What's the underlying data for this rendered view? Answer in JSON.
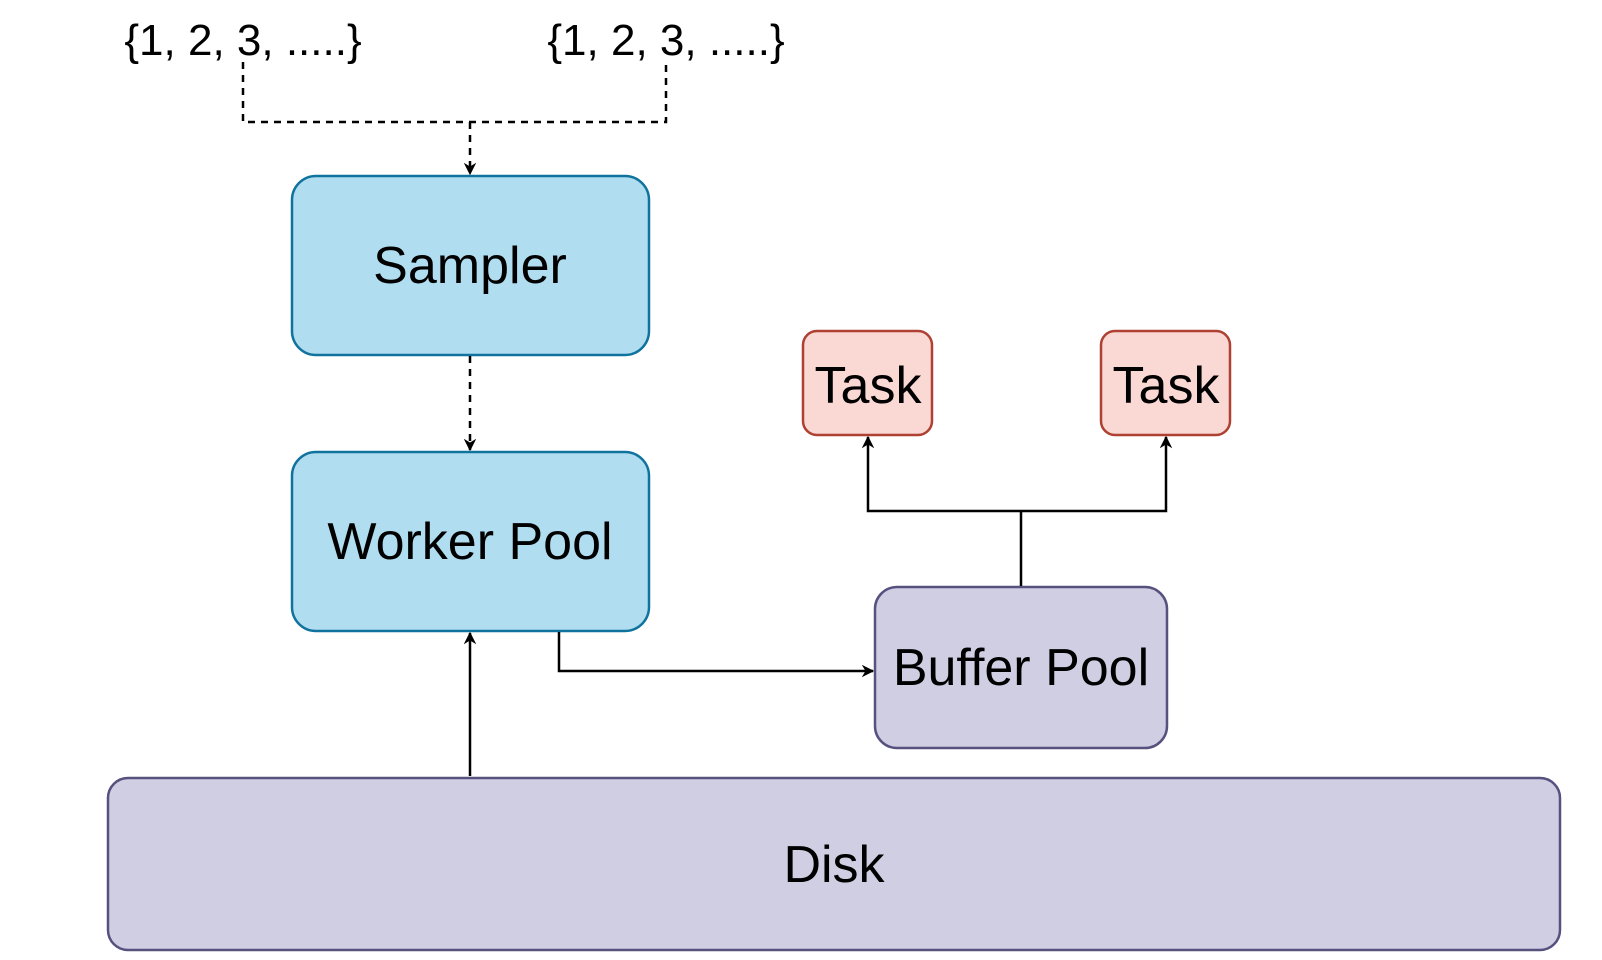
{
  "sets": [
    {
      "text": "{1, 2, 3, .....}"
    },
    {
      "text": "{1, 2, 3, .....}"
    }
  ],
  "nodes": {
    "sampler": {
      "label": "Sampler"
    },
    "worker_pool": {
      "label": "Worker Pool"
    },
    "buffer_pool": {
      "label": "Buffer Pool"
    },
    "task_left": {
      "label": "Task"
    },
    "task_right": {
      "label": "Task"
    },
    "disk": {
      "label": "Disk"
    }
  },
  "colors": {
    "blue_fill": "#b1ddf0",
    "blue_stroke": "#10739e",
    "purple_fill": "#d0cee2",
    "purple_stroke": "#56517e",
    "red_fill": "#fad9d5",
    "red_stroke": "#ae4132",
    "edge": "#000000"
  },
  "edges": [
    {
      "from": "sets",
      "to": "sampler",
      "style": "dashed"
    },
    {
      "from": "sampler",
      "to": "worker_pool",
      "style": "dashed"
    },
    {
      "from": "disk",
      "to": "worker_pool",
      "style": "solid"
    },
    {
      "from": "worker_pool",
      "to": "buffer_pool",
      "style": "solid"
    },
    {
      "from": "buffer_pool",
      "to": "task_left",
      "style": "solid"
    },
    {
      "from": "buffer_pool",
      "to": "task_right",
      "style": "solid"
    }
  ]
}
